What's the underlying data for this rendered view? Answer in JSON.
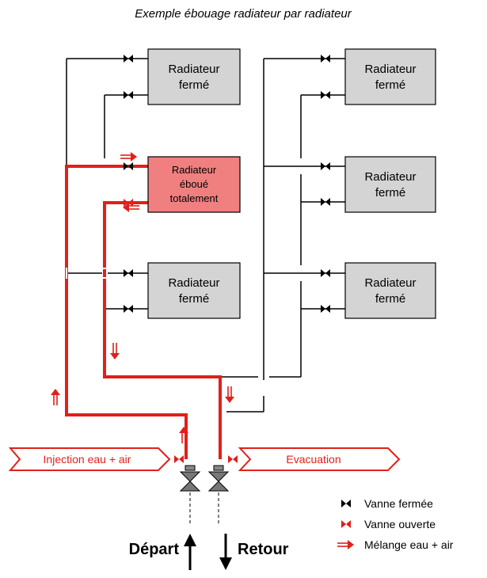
{
  "title": "Exemple ébouage radiateur par radiateur",
  "radiators": {
    "left_top": [
      "Radiateur",
      "fermé"
    ],
    "left_middle": [
      "Radiateur",
      "éboué",
      "totalement"
    ],
    "left_bottom": [
      "Radiateur",
      "fermé"
    ],
    "right_top": [
      "Radiateur",
      "fermé"
    ],
    "right_middle": [
      "Radiateur",
      "fermé"
    ],
    "right_bottom": [
      "Radiateur",
      "fermé"
    ]
  },
  "tags": {
    "injection": "Injection eau + air",
    "evacuation": "Evacuation"
  },
  "legend": {
    "closed_valve": "Vanne fermée",
    "open_valve": "Vanne ouverte",
    "mix": "Mélange eau + air"
  },
  "bottom": {
    "depart": "Départ",
    "retour": "Retour"
  },
  "colors": {
    "radiator_closed": "#d4d4d4",
    "radiator_flushed": "#f08080",
    "flow_red": "#e0201a",
    "pipe_black": "#000000"
  }
}
